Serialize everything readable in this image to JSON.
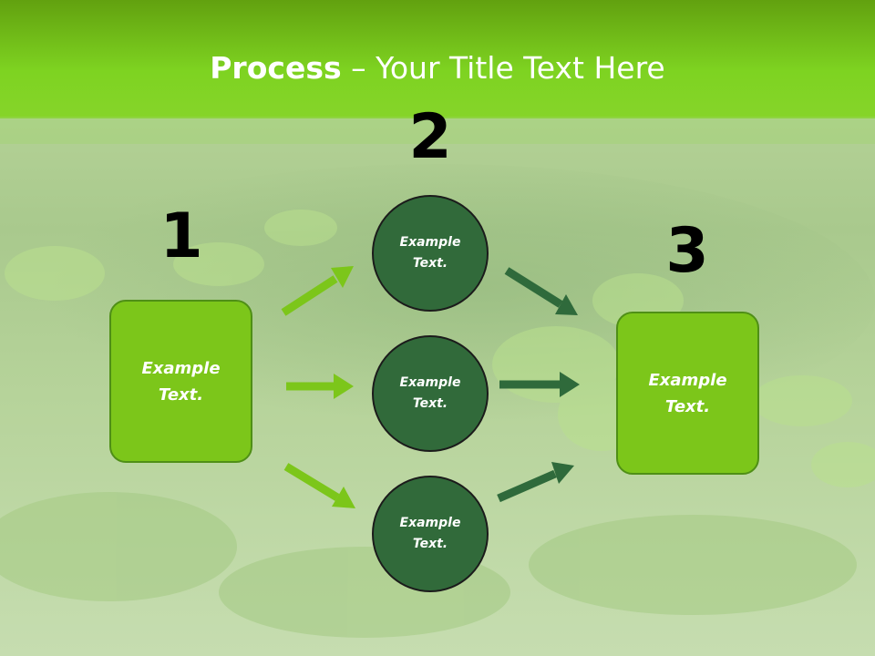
{
  "title": {
    "bold": "Process",
    "rest": " – Your Title Text Here"
  },
  "steps": {
    "n1": "1",
    "n2": "2",
    "n3": "3"
  },
  "nodes": {
    "left_box": "Example\nText.",
    "circle_top": "Example\nText.",
    "circle_mid": "Example\nText.",
    "circle_bot": "Example\nText.",
    "right_box": "Example\nText."
  },
  "colors": {
    "header_green": "#7ed321",
    "box_fill": "#7cc61a",
    "circle_fill": "#316a3a",
    "arrow_light": "#7cc61a",
    "arrow_dark": "#2f6a3b"
  }
}
